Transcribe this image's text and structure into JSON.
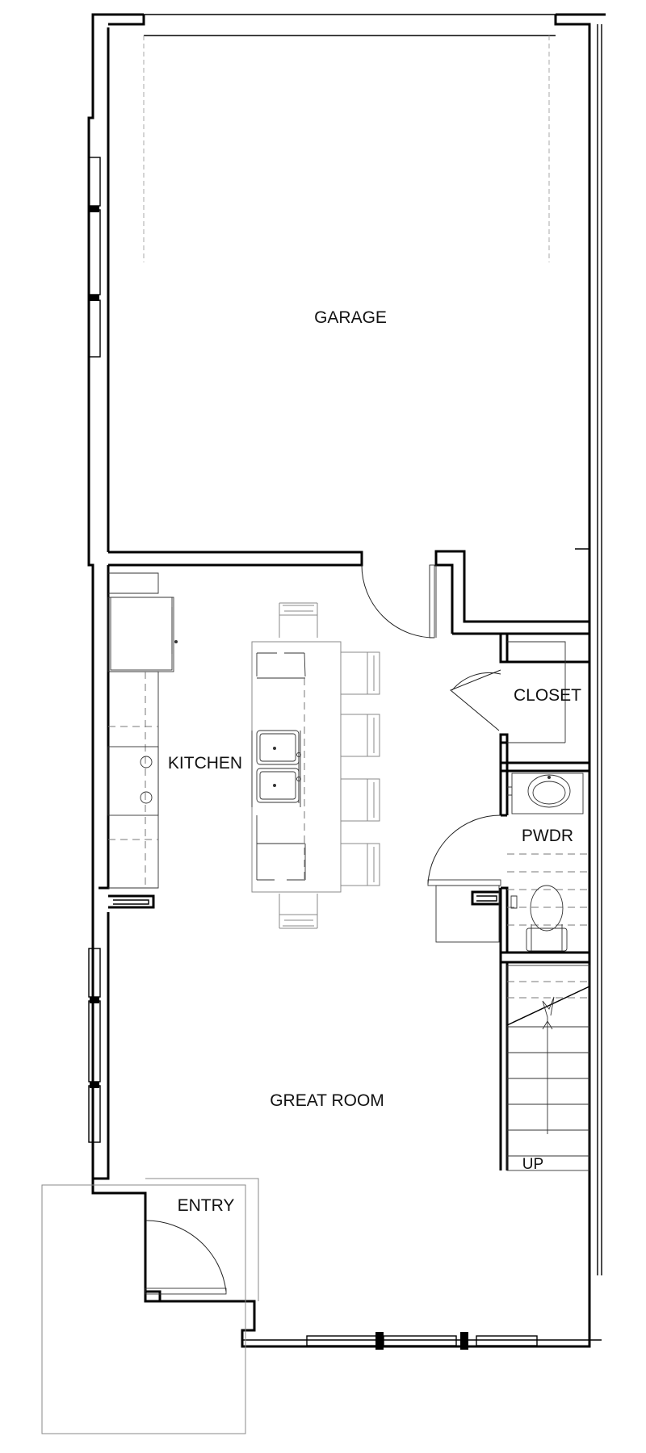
{
  "plan": {
    "rooms": {
      "garage": "GARAGE",
      "kitchen": "KITCHEN",
      "closet": "CLOSET",
      "pwdr": "PWDR",
      "great_room": "GREAT ROOM",
      "up": "UP",
      "entry": "ENTRY"
    },
    "icons": {
      "door": "door-swing-icon",
      "stair_arrow": "stair-direction-arrow-icon",
      "sink": "sink-icon",
      "toilet": "toilet-icon",
      "stool": "bar-stool-icon",
      "window": "window-icon"
    },
    "colors": {
      "wall": "#000000",
      "fixture": "#333333",
      "overhead": "#888888",
      "background": "#ffffff"
    }
  }
}
